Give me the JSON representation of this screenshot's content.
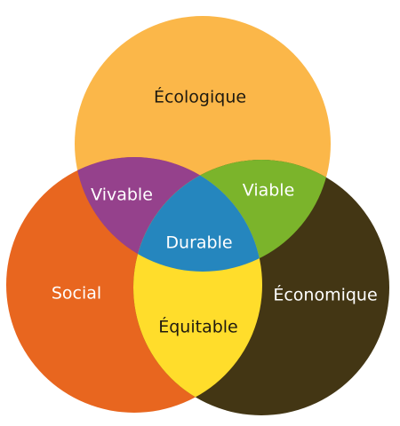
{
  "diagram": {
    "sets": [
      {
        "key": "top",
        "label": "Écologique",
        "color": "#FBB749"
      },
      {
        "key": "left",
        "label": "Social",
        "color": "#E8661F"
      },
      {
        "key": "right",
        "label": "Économique",
        "color": "#433614"
      }
    ],
    "intersections": {
      "top_left": {
        "label": "Vivable",
        "color": "#95418C"
      },
      "top_right": {
        "label": "Viable",
        "color": "#7BB42B"
      },
      "left_right": {
        "label": "Équitable",
        "color": "#FFDD2B"
      },
      "center": {
        "label": "Durable",
        "color": "#2586BE"
      }
    },
    "label_colors": {
      "dark": "#1f1a10",
      "light": "#ffffff"
    }
  }
}
